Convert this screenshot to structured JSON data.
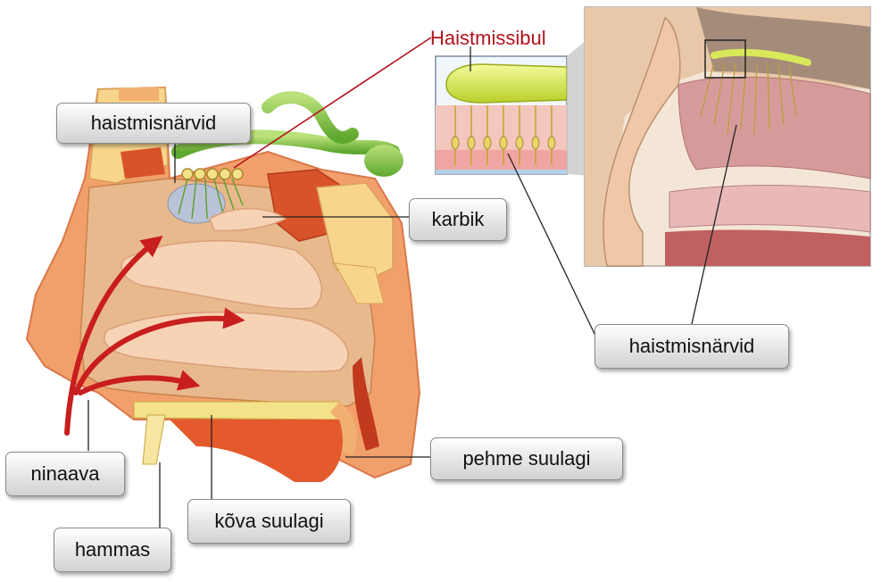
{
  "labels": {
    "haistmissibul": "Haistmissibul",
    "haistmisnarvid_left": "haistmisnärvid",
    "haistmisnarvid_right": "haistmisnärvid",
    "karbik": "karbik",
    "ninaava": "ninaava",
    "hammas": "hammas",
    "kova_suulagi": "kõva suulagi",
    "pehme_suulagi": "pehme suulagi"
  },
  "colors": {
    "title_red": "#b3121b",
    "arrow_red": "#c81e1e",
    "bulb_green": "#7fc242",
    "nerve_yellow": "#d8e85a",
    "skin": "#f2a06b",
    "cavity": "#e8b98d",
    "bone_yellow": "#f7d58c"
  }
}
